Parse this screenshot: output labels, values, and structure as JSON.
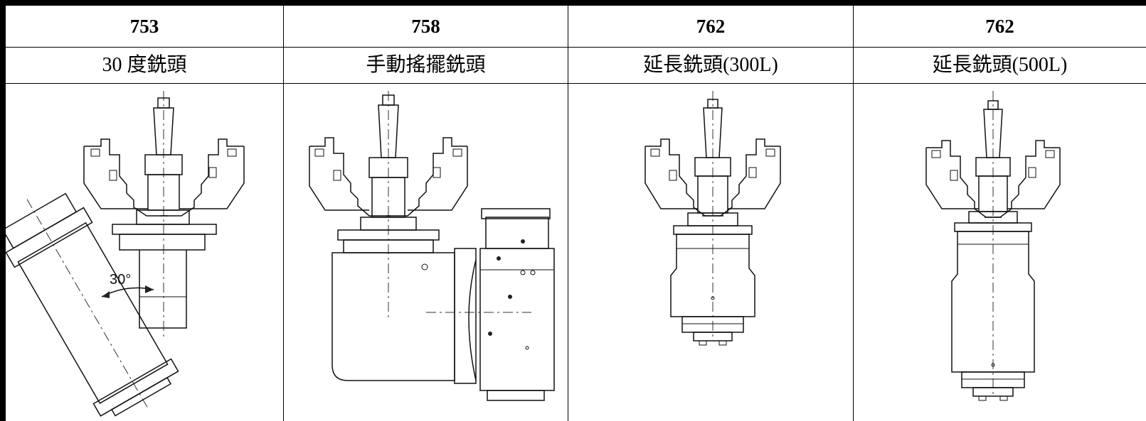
{
  "columns": [
    {
      "code": "753",
      "name": "30 度銑頭",
      "drawing": "30-degree-milling-head"
    },
    {
      "code": "758",
      "name": "手動搖擺銑頭",
      "drawing": "manual-swivel-milling-head"
    },
    {
      "code": "762",
      "name": "延長銑頭(300L)",
      "drawing": "extension-milling-head-300l"
    },
    {
      "code": "762",
      "name": "延長銑頭(500L)",
      "drawing": "extension-milling-head-500l"
    }
  ],
  "annotations": {
    "angle_label": "30°"
  }
}
